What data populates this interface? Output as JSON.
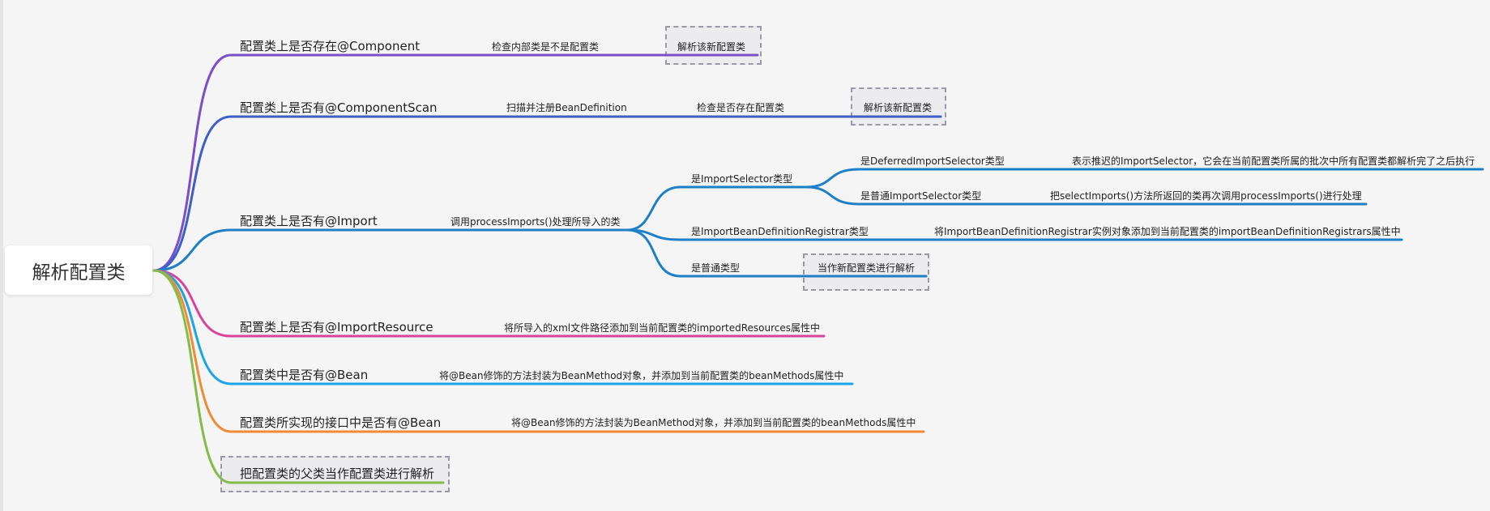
{
  "root": {
    "label": "解析配置类"
  },
  "colors": {
    "purple": "#7b4fc9",
    "indigo": "#3f5fc8",
    "blue": "#1e7fc6",
    "pink": "#d9449a",
    "sky": "#1aa5e8",
    "orange": "#f08a35",
    "green": "#84bb4a"
  },
  "branches": [
    {
      "label": "配置类上是否存在@Component",
      "children": [
        "检查内部类是不是配置类",
        "解析该新配置类"
      ]
    },
    {
      "label": "配置类上是否有@ComponentScan",
      "children": [
        "扫描并注册BeanDefinition",
        "检查是否存在配置类",
        "解析该新配置类"
      ]
    },
    {
      "label": "配置类上是否有@Import",
      "process": "调用processImports()处理所导入的类",
      "import_selector": {
        "label": "是ImportSelector类型",
        "deferred": {
          "label": "是DeferredImportSelector类型",
          "desc": "表示推迟的ImportSelector，它会在当前配置类所属的批次中所有配置类都解析完了之后执行"
        },
        "normal": {
          "label": "是普通ImportSelector类型",
          "desc": "把selectImports()方法所返回的类再次调用processImports()进行处理"
        }
      },
      "registrar": {
        "label": "是ImportBeanDefinitionRegistrar类型",
        "desc": "将ImportBeanDefinitionRegistrar实例对象添加到当前配置类的importBeanDefinitionRegistrars属性中"
      },
      "plain": {
        "label": "是普通类型",
        "desc": "当作新配置类进行解析"
      }
    },
    {
      "label": "配置类上是否有@ImportResource",
      "children": [
        "将所导入的xml文件路径添加到当前配置类的importedResources属性中"
      ]
    },
    {
      "label": "配置类中是否有@Bean",
      "children": [
        "将@Bean修饰的方法封装为BeanMethod对象，并添加到当前配置类的beanMethods属性中"
      ]
    },
    {
      "label": "配置类所实现的接口中是否有@Bean",
      "children": [
        "将@Bean修饰的方法封装为BeanMethod对象，并添加到当前配置类的beanMethods属性中"
      ]
    },
    {
      "label": "把配置类的父类当作配置类进行解析"
    }
  ]
}
